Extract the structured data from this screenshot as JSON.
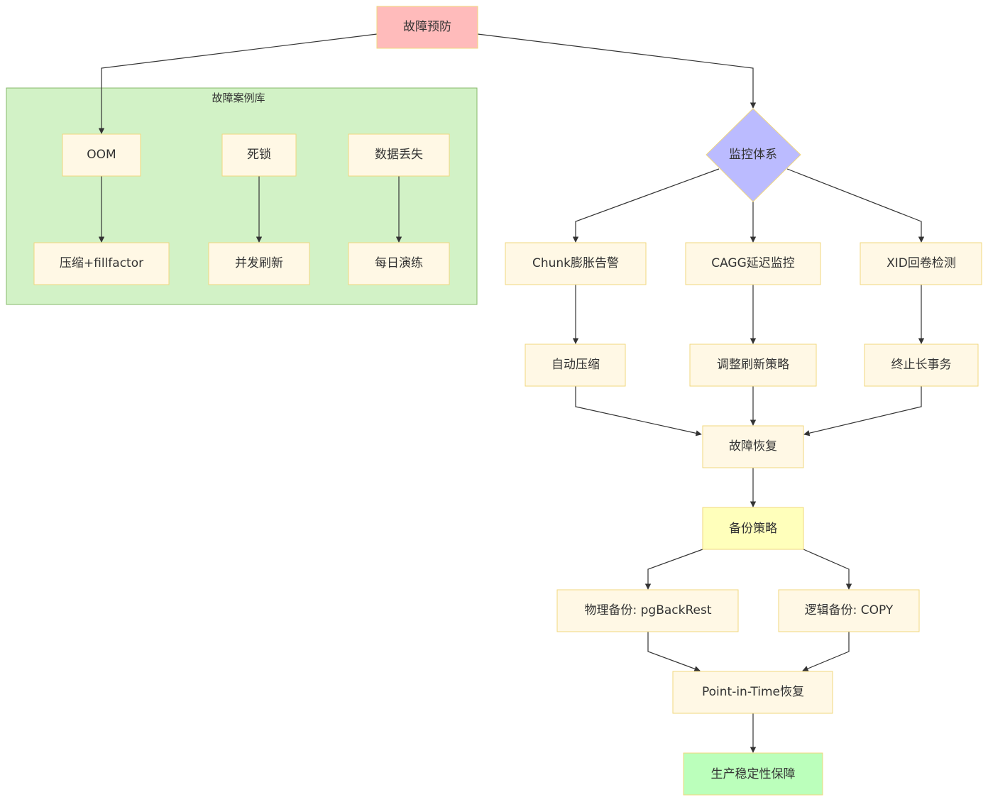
{
  "colors": {
    "default_fill": "#fff8e5",
    "default_stroke": "#f1d77e",
    "prevention_fill": "#ffbbbb",
    "monitoring_fill": "#bbbbff",
    "backup_fill": "#ffffbb",
    "stability_fill": "#bbffbb",
    "cluster_fill": "#d2f2c6",
    "cluster_stroke": "#87b86b",
    "edge": "#333333"
  },
  "cluster": {
    "label": "故障案例库"
  },
  "nodes": {
    "prevention": "故障预防",
    "oom": "OOM",
    "deadlock": "死锁",
    "data_loss": "数据丢失",
    "compress_fillfactor": "压缩+fillfactor",
    "concurrent_refresh": "并发刷新",
    "daily_drill": "每日演练",
    "monitoring": "监控体系",
    "chunk_alert": "Chunk膨胀告警",
    "cagg_monitor": "CAGG延迟监控",
    "xid_detect": "XID回卷检测",
    "auto_compress": "自动压缩",
    "adjust_refresh": "调整刷新策略",
    "terminate_txn": "终止长事务",
    "recovery": "故障恢复",
    "backup": "备份策略",
    "physical_backup": "物理备份: pgBackRest",
    "logical_backup": "逻辑备份: COPY",
    "pitr": "Point-in-Time恢复",
    "stability": "生产稳定性保障"
  }
}
